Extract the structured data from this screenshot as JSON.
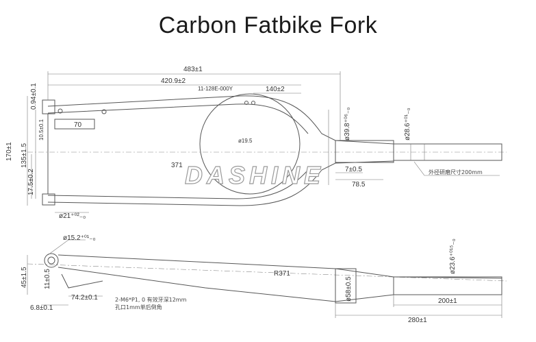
{
  "title": "Carbon Fatbike Fork",
  "watermark": "DASHINE",
  "top_view": {
    "overall_length": "483±1",
    "crown_to_steerer": "420.9±2",
    "steerer_taper": "140±2",
    "mount_ref": "11-128E-000Y",
    "blade_thickness": "0.94±0.1",
    "dropout_offset": "10.5±0.1",
    "disc_mount": "70",
    "total_height": "170±1",
    "leg_spacing": "135±1.5",
    "lower_offset": "17.5±0.2",
    "axle_dia": "ø21⁺⁰²₋₀",
    "wheel_clearance": "ø19.5",
    "blade_length": "371",
    "crown_race_dia": "ø39.8⁺⁰⁶₋₀",
    "steerer_dia": "ø28.6⁺⁰¹₋₀",
    "crown_race_height": "7±0.5",
    "crown_height": "78.5",
    "note": "外径研磨尺寸200mm"
  },
  "side_view": {
    "dropout_dia": "ø15.2⁺⁰¹₋₀",
    "dropout_height": "45±1.5",
    "dropout_width": "11±0.5",
    "rake_radius": "R371",
    "disc_offset": "6.8±0.1",
    "mount_spacing": "74.2±0.1",
    "crown_dia": "ø58±0.5",
    "steerer_dia": "ø23.6⁺⁰¹⁵₋₀",
    "steerer_length": "200±1",
    "overall": "280±1",
    "note_line1": "2-M6*P1, 0 有效牙深12mm",
    "note_line2": "孔口1mm单后倒角"
  }
}
